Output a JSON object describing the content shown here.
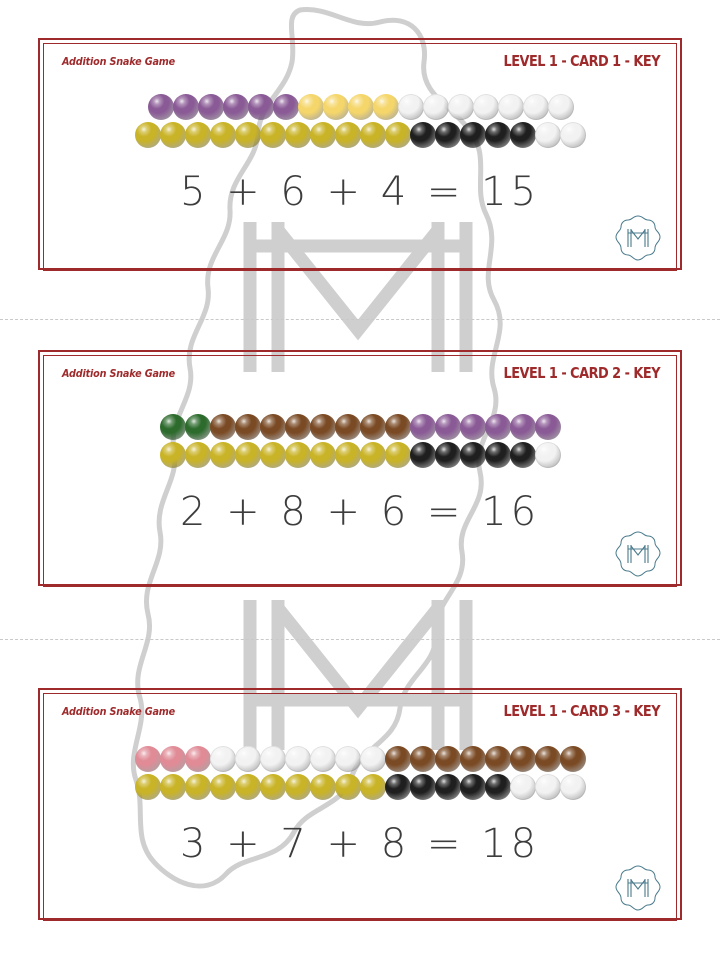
{
  "page": {
    "background_color": "#ffffff",
    "watermark": {
      "name": "montessori-m-monogram-watermark",
      "color": "#cccccc",
      "letter": "M"
    },
    "separators": [
      {
        "name": "card-separator-1",
        "style": "dashed",
        "color": "#c9c9c9"
      },
      {
        "name": "card-separator-2",
        "style": "dashed",
        "color": "#c9c9c9"
      }
    ]
  },
  "theme": {
    "border_color": "#9e2a2b",
    "title_color": "#9e2a2b",
    "equation_color": "#3d3d3d",
    "badge_color": "#4a7b8c"
  },
  "bead_colors": {
    "purple": "#8a5a96",
    "light_yellow": "#f5d66a",
    "white": "#f2f2f2",
    "gold": "#c9b326",
    "black": "#1f1f1f",
    "green": "#2d6b2d",
    "brown": "#7a4a24",
    "pink": "#e08b96"
  },
  "cards": [
    {
      "id": "card-1",
      "title": "Addition Snake Game",
      "level_label": "LEVEL 1 - CARD 1 - KEY",
      "equation": "5 + 6 + 4 = 15",
      "addends": [
        5,
        6,
        4
      ],
      "sum": 15,
      "rows": [
        {
          "name": "colored-bead-row",
          "segments": [
            {
              "color": "purple",
              "count": 6
            },
            {
              "color": "light_yellow",
              "count": 4
            },
            {
              "color": "white",
              "count": 7
            }
          ]
        },
        {
          "name": "golden-black-bead-row",
          "segments": [
            {
              "color": "gold",
              "count": 11
            },
            {
              "color": "black",
              "count": 5
            },
            {
              "color": "white",
              "count": 2
            }
          ]
        }
      ],
      "badge": {
        "name": "monogram-badge",
        "letter": "M"
      }
    },
    {
      "id": "card-2",
      "title": "Addition Snake Game",
      "level_label": "LEVEL 1 - CARD 2 - KEY",
      "equation": "2 + 8 + 6 = 16",
      "addends": [
        2,
        8,
        6
      ],
      "sum": 16,
      "rows": [
        {
          "name": "colored-bead-row",
          "segments": [
            {
              "color": "green",
              "count": 2
            },
            {
              "color": "brown",
              "count": 8
            },
            {
              "color": "purple",
              "count": 6
            }
          ]
        },
        {
          "name": "golden-black-bead-row",
          "segments": [
            {
              "color": "gold",
              "count": 10
            },
            {
              "color": "black",
              "count": 5
            },
            {
              "color": "white",
              "count": 1
            }
          ]
        }
      ],
      "badge": {
        "name": "monogram-badge",
        "letter": "M"
      }
    },
    {
      "id": "card-3",
      "title": "Addition Snake Game",
      "level_label": "LEVEL 1 - CARD 3 - KEY",
      "equation": "3 + 7 + 8 = 18",
      "addends": [
        3,
        7,
        8
      ],
      "sum": 18,
      "rows": [
        {
          "name": "colored-bead-row",
          "segments": [
            {
              "color": "pink",
              "count": 3
            },
            {
              "color": "white",
              "count": 7
            },
            {
              "color": "brown",
              "count": 8
            }
          ]
        },
        {
          "name": "golden-black-bead-row",
          "segments": [
            {
              "color": "gold",
              "count": 10
            },
            {
              "color": "black",
              "count": 5
            },
            {
              "color": "white",
              "count": 3
            }
          ]
        }
      ],
      "badge": {
        "name": "monogram-badge",
        "letter": "M"
      }
    }
  ]
}
